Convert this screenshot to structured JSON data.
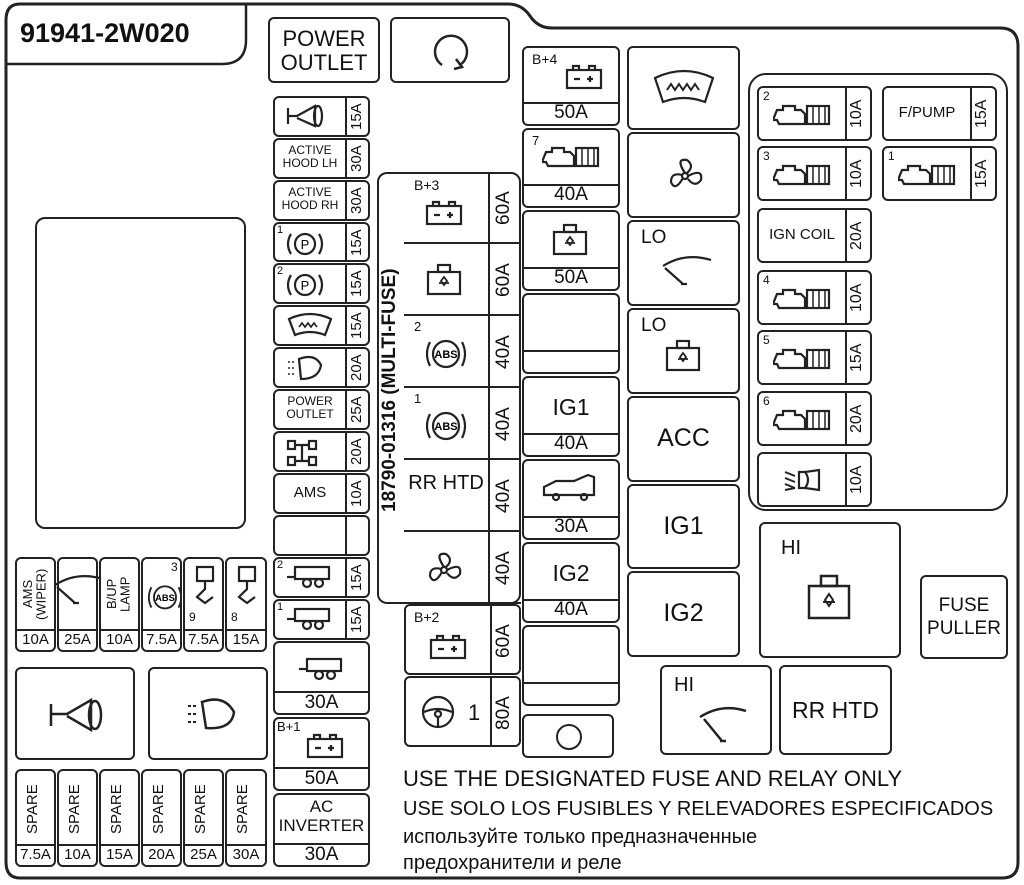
{
  "part_number": "91941-2W020",
  "multi_fuse_label": "18790-01316 (MULTI-FUSE)",
  "top": {
    "power_outlet": "POWER OUTLET"
  },
  "col1": [
    {
      "name": "horn",
      "amp": "15A"
    },
    {
      "name": "active-hood-lh",
      "label": "ACTIVE HOOD LH",
      "amp": "30A"
    },
    {
      "name": "active-hood-rh",
      "label": "ACTIVE HOOD RH",
      "amp": "30A"
    },
    {
      "name": "parking-brake-1",
      "num": "1",
      "amp": "15A"
    },
    {
      "name": "parking-brake-2",
      "num": "2",
      "amp": "15A"
    },
    {
      "name": "defroster",
      "amp": "15A"
    },
    {
      "name": "heated-mirror",
      "amp": "20A"
    },
    {
      "name": "power-outlet",
      "label": "POWER OUTLET",
      "amp": "25A"
    },
    {
      "name": "awd",
      "amp": "20A"
    },
    {
      "name": "ams",
      "label": "AMS",
      "amp": "10A"
    },
    {
      "name": "blank",
      "amp": ""
    },
    {
      "name": "trailer-2",
      "num": "2",
      "amp": "15A"
    },
    {
      "name": "trailer-1",
      "num": "1",
      "amp": "15A"
    }
  ],
  "col1_big": [
    {
      "name": "trailer",
      "amp": "30A"
    },
    {
      "name": "battery-b1",
      "label": "B+1",
      "amp": "50A"
    },
    {
      "name": "ac-inverter",
      "label": "AC INVERTER",
      "amp": "30A"
    }
  ],
  "multi": [
    {
      "name": "battery-b3",
      "label": "B+3",
      "amp": "60A"
    },
    {
      "name": "cooling-fan",
      "amp": "60A"
    },
    {
      "name": "abs-2",
      "num": "2",
      "amp": "40A"
    },
    {
      "name": "abs-1",
      "num": "1",
      "amp": "40A"
    },
    {
      "name": "rr-htd",
      "label": "RR HTD",
      "amp": "40A"
    },
    {
      "name": "blower",
      "amp": "40A"
    }
  ],
  "multi2": [
    {
      "name": "battery-b2",
      "label": "B+2",
      "amp": "60A"
    },
    {
      "name": "steering",
      "num": "1",
      "amp": "80A"
    }
  ],
  "col3": [
    {
      "name": "battery-b4",
      "label": "B+4",
      "amp": "50A"
    },
    {
      "name": "engine-7",
      "num": "7",
      "amp": "40A"
    },
    {
      "name": "fan-module",
      "amp": "50A"
    },
    {
      "name": "blank",
      "amp": ""
    },
    {
      "name": "ig1",
      "label": "IG1",
      "amp": "40A"
    },
    {
      "name": "tailgate",
      "amp": "30A"
    },
    {
      "name": "ig2",
      "label": "IG2",
      "amp": "40A"
    },
    {
      "name": "blank2",
      "amp": ""
    }
  ],
  "relays": [
    {
      "name": "defroster-relay"
    },
    {
      "name": "blower-relay"
    },
    {
      "name": "wiper-lo-relay",
      "label": "LO"
    },
    {
      "name": "fan-lo-relay",
      "label": "LO"
    },
    {
      "name": "acc-relay",
      "label": "ACC"
    },
    {
      "name": "ig1-relay",
      "label": "IG1"
    },
    {
      "name": "ig2-relay",
      "label": "IG2"
    }
  ],
  "right_fuses": [
    {
      "name": "engine-2",
      "num": "2",
      "amp": "10A"
    },
    {
      "name": "fuel-pump",
      "label": "F/PUMP",
      "amp": "15A"
    },
    {
      "name": "engine-3",
      "num": "3",
      "amp": "10A"
    },
    {
      "name": "engine-1",
      "num": "1",
      "amp": "15A"
    },
    {
      "name": "ign-coil",
      "label": "IGN COIL",
      "amp": "20A"
    },
    {
      "name": "engine-4",
      "num": "4",
      "amp": "10A"
    },
    {
      "name": "engine-5",
      "num": "5",
      "amp": "15A"
    },
    {
      "name": "engine-6",
      "num": "6",
      "amp": "20A"
    },
    {
      "name": "fog-lamp",
      "amp": "10A"
    }
  ],
  "hi_fan": "HI",
  "fuse_puller": "FUSE PULLER",
  "hi_wiper": "HI",
  "rr_htd_relay": "RR HTD",
  "left_mini": [
    {
      "name": "ams-wiper",
      "label": "AMS (WIPER)",
      "amp": "10A"
    },
    {
      "name": "wiper",
      "amp": "25A"
    },
    {
      "name": "backup-lamp",
      "label": "B/UP LAMP",
      "amp": "10A"
    },
    {
      "name": "abs-3",
      "num": "3",
      "amp": "7.5A"
    },
    {
      "name": "engine-9",
      "num": "9",
      "amp": "7.5A"
    },
    {
      "name": "engine-8",
      "num": "8",
      "amp": "15A"
    }
  ],
  "spares": [
    {
      "label": "SPARE",
      "amp": "7.5A"
    },
    {
      "label": "SPARE",
      "amp": "10A"
    },
    {
      "label": "SPARE",
      "amp": "15A"
    },
    {
      "label": "SPARE",
      "amp": "20A"
    },
    {
      "label": "SPARE",
      "amp": "25A"
    },
    {
      "label": "SPARE",
      "amp": "30A"
    }
  ],
  "notice": [
    "USE THE DESIGNATED FUSE AND RELAY ONLY",
    "USE SOLO LOS FUSIBLES Y RELEVADORES ESPECIFICADOS",
    "используйте только предназначенные",
    "предохранители и реле"
  ]
}
